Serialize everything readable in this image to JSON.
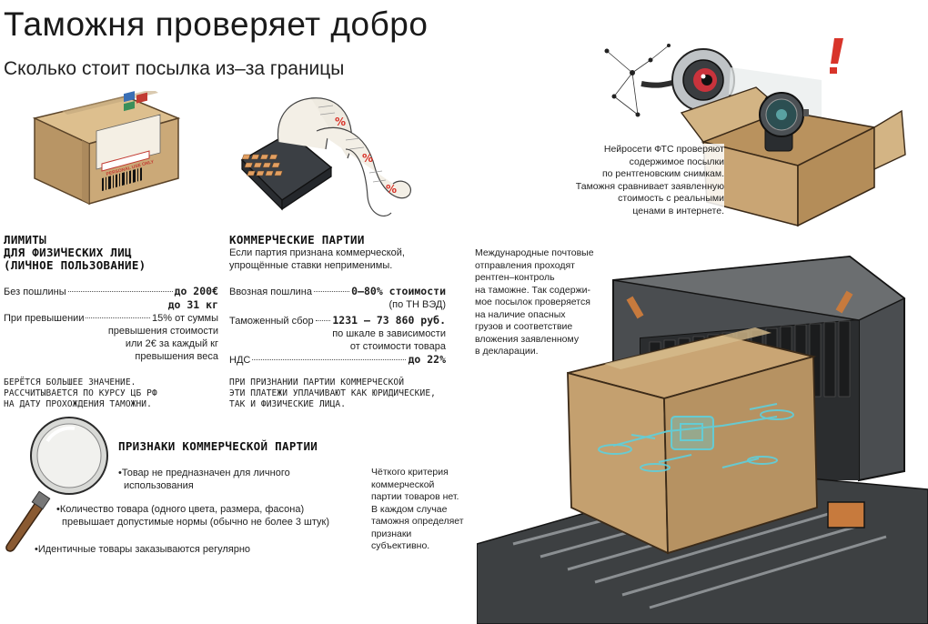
{
  "header": {
    "title": "Таможня проверяет добро",
    "subtitle": "Сколько стоит посылка из–за границы"
  },
  "illustrations": {
    "parcel_label": "PERSONAL USE ONLY"
  },
  "ai_caption": [
    "Нейросети ФТС проверяют",
    "содержимое посылки",
    "по рентгеновским снимкам.",
    "Таможня сравнивает заявленную",
    "стоимость с реальными",
    "ценами в интернете."
  ],
  "xray_caption": [
    "Международные почтовые",
    "отправления проходят",
    "рентген–контроль",
    "на таможне. Так содержи-",
    "мое посылок проверяется",
    "на наличие опасных",
    "грузов и соответствие",
    "вложения заявленному",
    "в декларации."
  ],
  "limits": {
    "heading": [
      "ЛИМИТЫ",
      "ДЛЯ ФИЗИЧЕСКИХ ЛИЦ",
      "(ЛИЧНОЕ ПОЛЬЗОВАНИЕ)"
    ],
    "duty_free_label": "Без пошлины",
    "duty_free_value_1": "до 200€",
    "duty_free_value_2": "до 31 кг",
    "excess_label": "При превышении",
    "excess_value": "15% от суммы",
    "excess_more": [
      "превышения стоимости",
      "или 2€ за каждый кг",
      "превышения веса"
    ],
    "note": [
      "БЕРЁТСЯ БОЛЬШЕЕ ЗНАЧЕНИЕ.",
      "РАССЧИТЫВАЕТСЯ ПО КУРСУ ЦБ РФ",
      "НА ДАТУ ПРОХОЖДЕНИЯ ТАМОЖНИ."
    ]
  },
  "commercial": {
    "heading": "КОММЕРЧЕСКИЕ ПАРТИИ",
    "intro": [
      "Если партия признана коммерческой,",
      "упрощённые ставки неприменимы."
    ],
    "import_label": "Ввозная пошлина",
    "import_value": "0–80% стоимости",
    "import_sub": "(по ТН ВЭД)",
    "fee_label": "Таможенный сбор",
    "fee_value": "1231 — 73 860 руб.",
    "fee_sub": [
      "по шкале в зависимости",
      "от стоимости товара"
    ],
    "vat_label": "НДС",
    "vat_value": "до 22%",
    "note": [
      "ПРИ ПРИЗНАНИИ ПАРТИИ КОММЕРЧЕСКОЙ",
      "ЭТИ ПЛАТЕЖИ УПЛАЧИВАЮТ КАК ЮРИДИЧЕСКИЕ,",
      "ТАК И ФИЗИЧЕСКИЕ ЛИЦА."
    ]
  },
  "signs": {
    "heading": "ПРИЗНАКИ КОММЕРЧЕСКОЙ ПАРТИИ",
    "item1": [
      "Товар не предназначен для личного",
      "использования"
    ],
    "item2": [
      "Количество товара (одного цвета, размера, фасона)",
      "превышает допустимые нормы (обычно не более 3 штук)"
    ],
    "item3": "Идентичные товары заказываются регулярно"
  },
  "criteria": [
    "Чёткого критерия",
    "коммерческой",
    "партии товаров нет.",
    "В каждом случае",
    "таможня определяет",
    "признаки",
    "субъективно."
  ],
  "colors": {
    "cardboard": "#c9a574",
    "cardboard_dark": "#a9834f",
    "ink": "#1e1e1e",
    "red": "#d8342a",
    "cyan": "#5fd0dc"
  }
}
